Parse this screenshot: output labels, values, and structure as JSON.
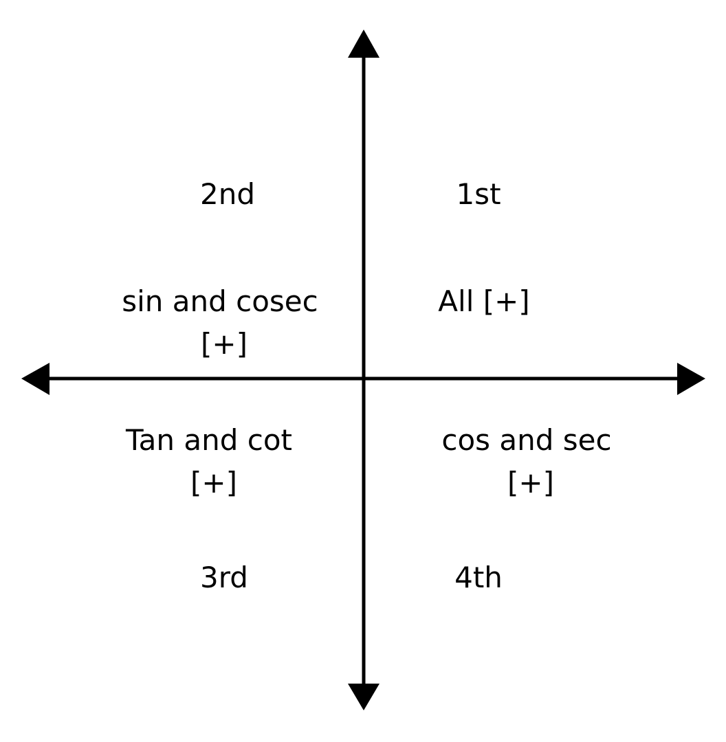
{
  "colors": {
    "background": "#ffffff",
    "ink": "#000000"
  },
  "quadrants": {
    "q1": {
      "name": "1st",
      "functions": "All [+]"
    },
    "q2": {
      "name": "2nd",
      "functions_line1": "sin and cosec",
      "functions_line2": "[+]"
    },
    "q3": {
      "name": "3rd",
      "functions_line1": "Tan and cot",
      "functions_line2": "[+]"
    },
    "q4": {
      "name": "4th",
      "functions_line1": "cos and sec",
      "functions_line2": "[+]"
    }
  }
}
